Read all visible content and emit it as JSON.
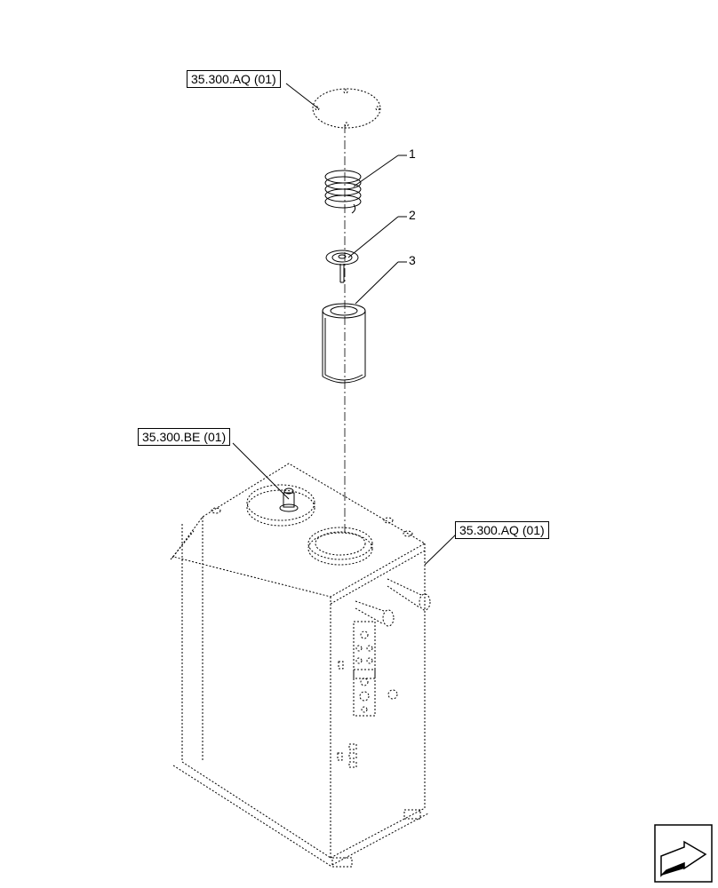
{
  "references": {
    "top_cover": "35.300.AQ (01)",
    "breather": "35.300.BE (01)",
    "tank": "35.300.AQ (01)"
  },
  "callouts": {
    "spring": "1",
    "valve": "2",
    "filter": "3"
  },
  "icons": {
    "navigation": "arrow-forward-icon"
  }
}
